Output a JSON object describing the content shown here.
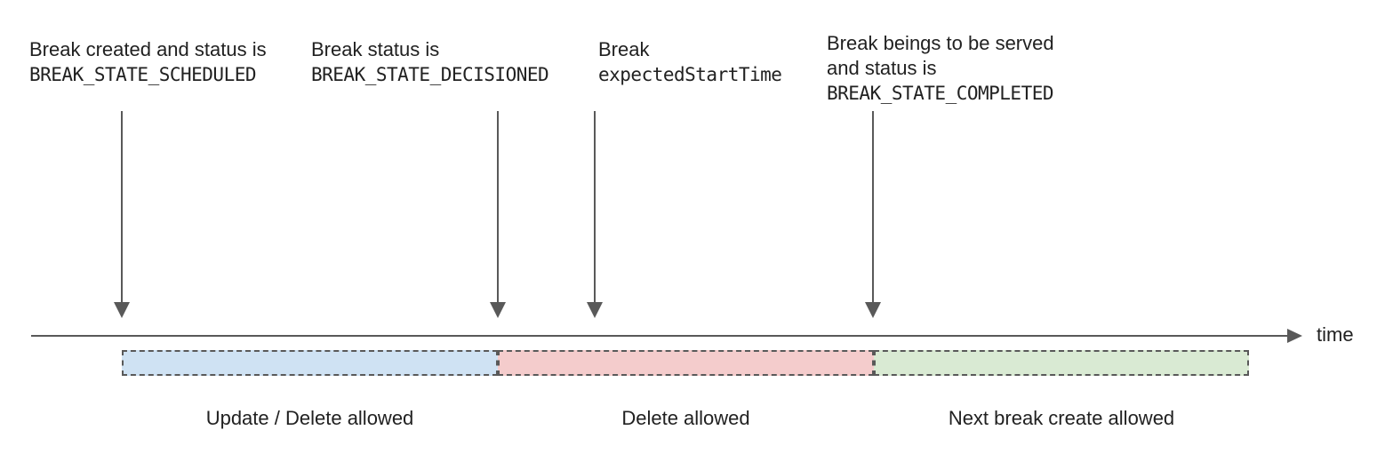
{
  "annotations": [
    {
      "lines": [
        "Break created and status is",
        "BREAK_STATE_SCHEDULED"
      ]
    },
    {
      "lines": [
        "Break status is",
        "BREAK_STATE_DECISIONED"
      ]
    },
    {
      "lines": [
        "Break",
        "expectedStartTime"
      ]
    },
    {
      "lines": [
        "Break beings to be served",
        "and status is",
        "BREAK_STATE_COMPLETED"
      ]
    }
  ],
  "timeline": {
    "axis_label": "time",
    "axis_color": "#595959"
  },
  "segments": [
    {
      "label": "Update / Delete allowed",
      "color": "#cfe2f3"
    },
    {
      "label": "Delete allowed",
      "color": "#f4cccc"
    },
    {
      "label": "Next break create allowed",
      "color": "#d9ead3"
    }
  ]
}
